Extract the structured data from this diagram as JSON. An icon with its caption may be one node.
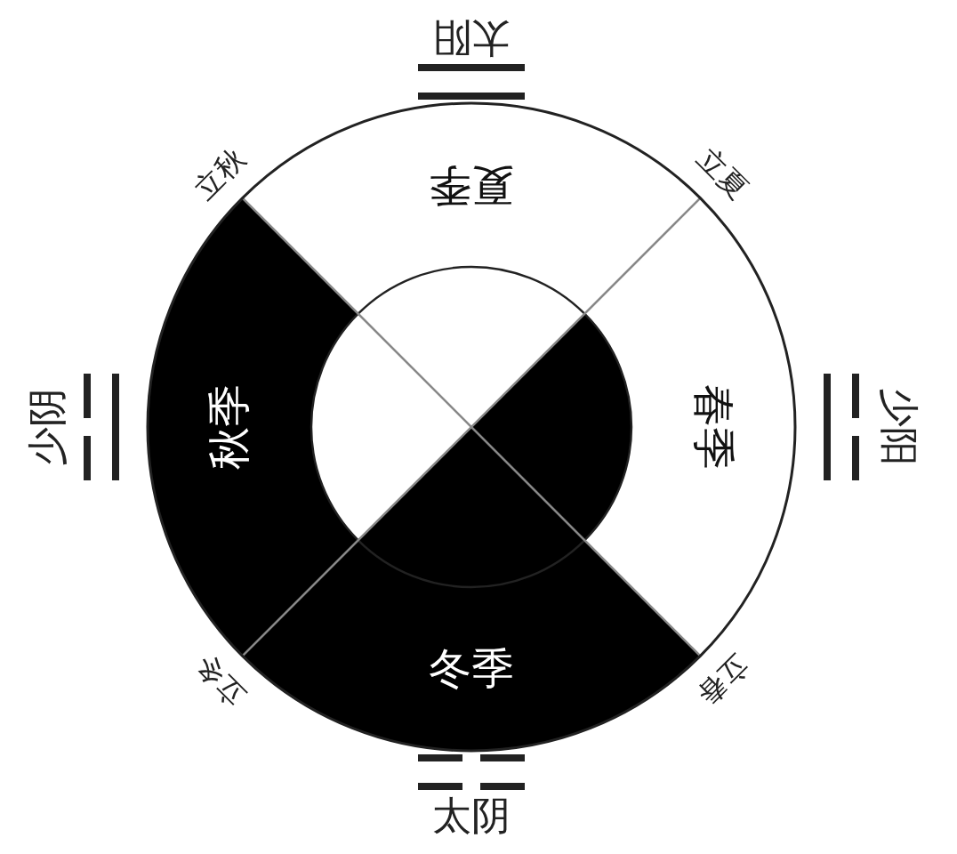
{
  "diagram": {
    "nodes": [
      {
        "text": [
          "夏季"
        ]
      },
      {
        "text": [
          "春季"
        ]
      },
      {
        "text": [
          "冬季"
        ]
      },
      {
        "text": [
          "秋季"
        ]
      }
    ],
    "labels": [
      "太阳",
      "立秋",
      "立夏",
      "少阴",
      "少阳",
      "立冬",
      "立春",
      "太阴"
    ]
  }
}
